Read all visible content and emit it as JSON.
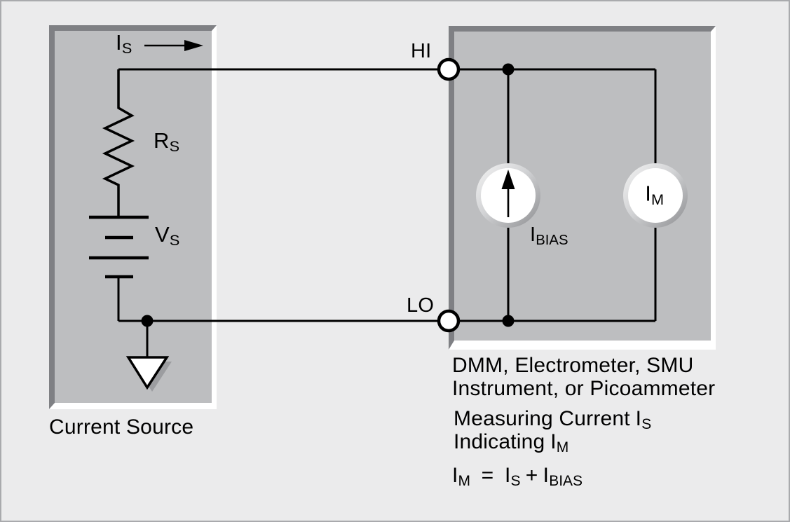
{
  "figure": {
    "current_source": {
      "caption": "Current Source",
      "is_label": {
        "base": "I",
        "sub": "S"
      },
      "rs_label": {
        "base": "R",
        "sub": "S"
      },
      "vs_label": {
        "base": "V",
        "sub": "S"
      }
    },
    "instrument": {
      "hi_terminal": "HI",
      "lo_terminal": "LO",
      "ibias_label": {
        "base": "I",
        "sub": "BIAS"
      },
      "im_label": {
        "base": "I",
        "sub": "M"
      },
      "caption_line1": "DMM, Electrometer, SMU",
      "caption_line2": "Instrument, or Picoammeter",
      "note_measuring": {
        "text": "Measuring Current",
        "base": "I",
        "sub": "S"
      },
      "note_indicating": {
        "text": "Indicating",
        "base": "I",
        "sub": "M"
      },
      "equation": {
        "lhs_base": "I",
        "lhs_sub": "M",
        "equals": "=",
        "term1_base": "I",
        "term1_sub": "S",
        "plus": "+",
        "term2_base": "I",
        "term2_sub": "BIAS"
      }
    },
    "icons": {
      "ground": "ground-icon",
      "current_source_symbol": "current-source-arrow-icon",
      "meter": "meter-circle-icon",
      "current_direction": "right-arrow-icon"
    },
    "colors": {
      "background": "#ebebec",
      "frame_border": "#a9aaad",
      "panel_fill": "#bdbec0",
      "bevel_dark": "#7f8084",
      "bevel_light": "#ffffff",
      "line": "#000000",
      "ring_light": "#f3f3f3",
      "ring_dark": "#8c8d90",
      "shadow": "#9c9da0"
    }
  }
}
